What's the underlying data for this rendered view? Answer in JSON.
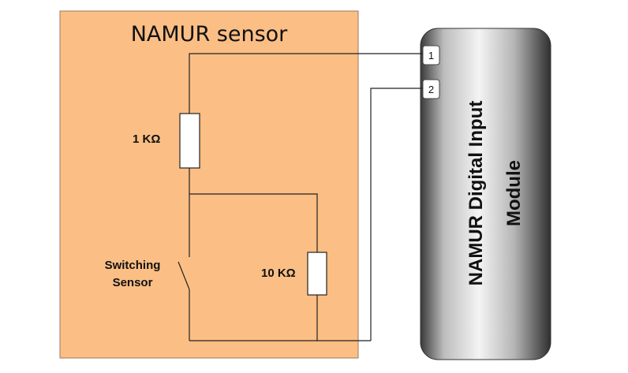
{
  "sensor_box": {
    "title": "NAMUR sensor",
    "fill": "#FBBE85"
  },
  "resistor_1": {
    "label": "1 KΩ"
  },
  "resistor_2": {
    "label": "10 KΩ"
  },
  "switch": {
    "label_line1": "Switching",
    "label_line2": "Sensor"
  },
  "module": {
    "label_line1": "NAMUR Digital Input",
    "label_line2": "Module"
  },
  "terminals": [
    {
      "label": "1"
    },
    {
      "label": "2"
    }
  ]
}
